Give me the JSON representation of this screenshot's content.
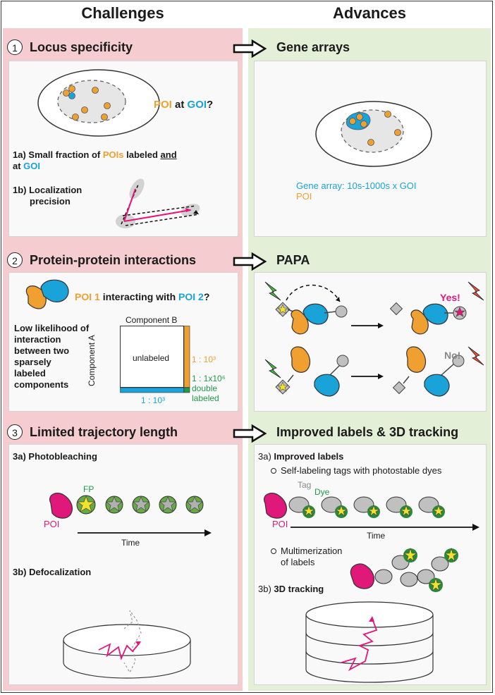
{
  "headers": {
    "left": "Challenges",
    "right": "Advances"
  },
  "sections": {
    "s1": {
      "num": "1",
      "title": "Locus specificity",
      "advance": "Gene arrays",
      "poi_word": "POI",
      "at_word": "at",
      "goi_word": "GOI",
      "q": "?",
      "item_1a_pre": "1a) Small fraction of ",
      "item_1a_pois": "POIs",
      "item_1a_mid": " labeled ",
      "item_1a_and": "and",
      "item_1a_at": "at ",
      "item_1a_goi": "GOI",
      "item_1b_line1": "1b) Localization",
      "item_1b_line2": "precision",
      "legend_array": "Gene array: 10s-1000s x GOI",
      "legend_poi": "POI"
    },
    "s2": {
      "num": "2",
      "title": "Protein-protein interactions",
      "advance": "PAPA",
      "poi1": "POI 1",
      "interacting": "interacting with",
      "poi2": "POI 2",
      "q": "?",
      "low_lines": [
        "Low likelihood",
        "of",
        "interaction",
        "between two",
        "sparsely",
        "labeled",
        "components"
      ],
      "component_b": "Component B",
      "component_a": "Component A",
      "unlabeled": "unlabeled",
      "ratio_a": "1 : 10³",
      "ratio_b": "1 : 10³",
      "ratio_double": "1 : 1x10⁶",
      "double_1": "double",
      "double_2": "labeled",
      "yes": "Yes!",
      "no": "No!"
    },
    "s3": {
      "num": "3",
      "title": "Limited trajectory length",
      "advance": "Improved labels & 3D tracking",
      "a3a": "3a) Photobleaching",
      "fp": "FP",
      "poi": "POI",
      "time": "Time",
      "a3b": "3b) Defocalization",
      "r3a_pre": "3a) ",
      "r3a": "Improved labels",
      "bullet1": "Self-labeling tags with photostable dyes",
      "tag": "Tag",
      "dye": "Dye",
      "poi_r": "POI",
      "time_r": "Time",
      "bullet2_l1": "Multimerization",
      "bullet2_l2": "of labels",
      "r3b_pre": "3b) ",
      "r3b": "3D tracking"
    }
  },
  "colors": {
    "poi": "#f0a030",
    "goi": "#1aa3d9",
    "pink": "#e0187a",
    "star": "#f4e22a",
    "green_ring": "#2a8a3a",
    "bolt_green": "#3fbf3f",
    "bolt_red": "#f0503a"
  }
}
